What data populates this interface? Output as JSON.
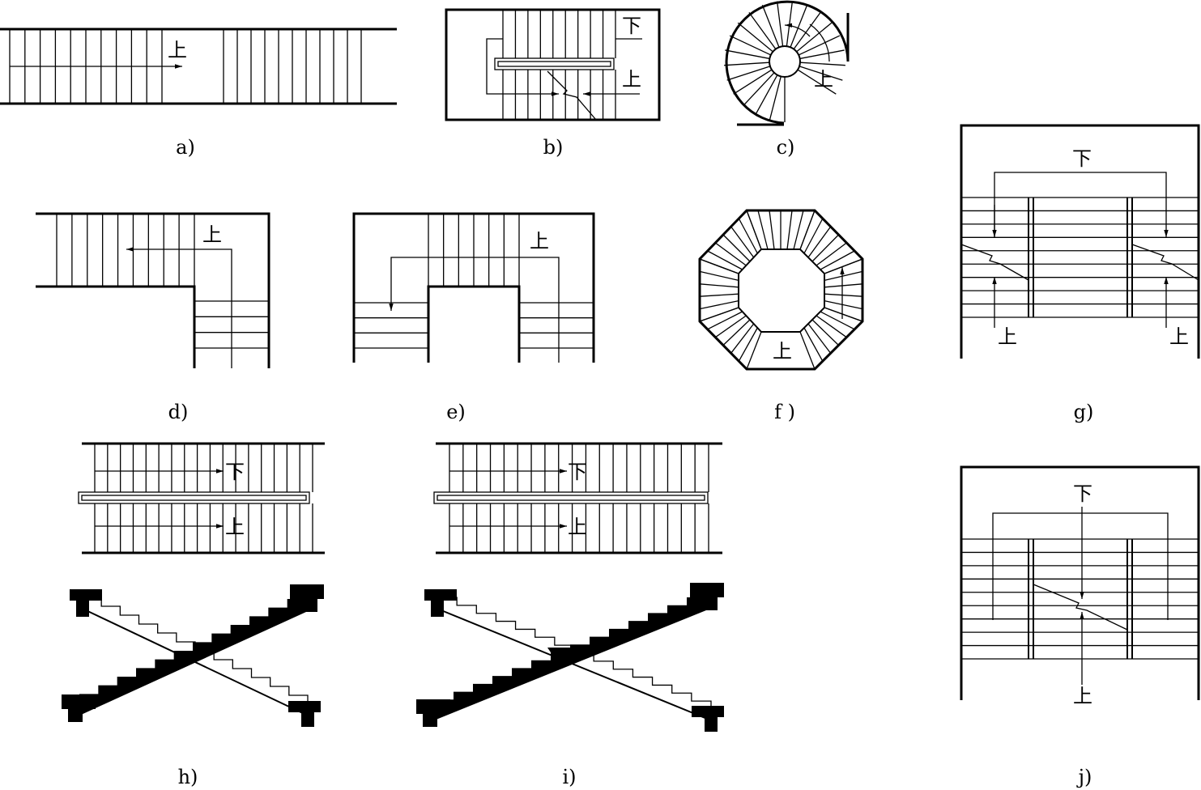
{
  "marks": {
    "up": "上",
    "down": "下"
  },
  "captions": {
    "a": "a)",
    "b": "b)",
    "c": "c)",
    "d": "d)",
    "e": "e)",
    "f": "f )",
    "g": "g)",
    "h": "h)",
    "i": "i)",
    "j": "j)"
  }
}
